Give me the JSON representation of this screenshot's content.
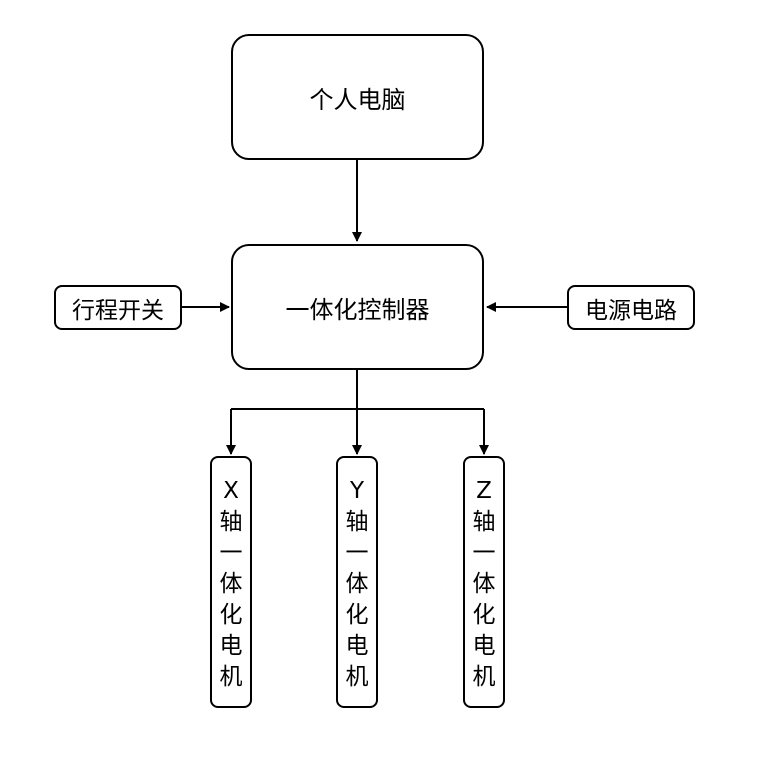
{
  "nodes": {
    "pc": "个人电脑",
    "controller": "一体化控制器",
    "limit_switch": "行程开关",
    "power_circuit": "电源电路",
    "motor_x": "X\n轴\n一\n体\n化\n电\n机",
    "motor_y": "Y\n轴\n一\n体\n化\n电\n机",
    "motor_z": "Z\n轴\n一\n体\n化\n电\n机"
  },
  "edges": [
    {
      "from": "pc",
      "to": "controller"
    },
    {
      "from": "limit_switch",
      "to": "controller"
    },
    {
      "from": "power_circuit",
      "to": "controller"
    },
    {
      "from": "controller",
      "to": "motor_x"
    },
    {
      "from": "controller",
      "to": "motor_y"
    },
    {
      "from": "controller",
      "to": "motor_z"
    }
  ]
}
